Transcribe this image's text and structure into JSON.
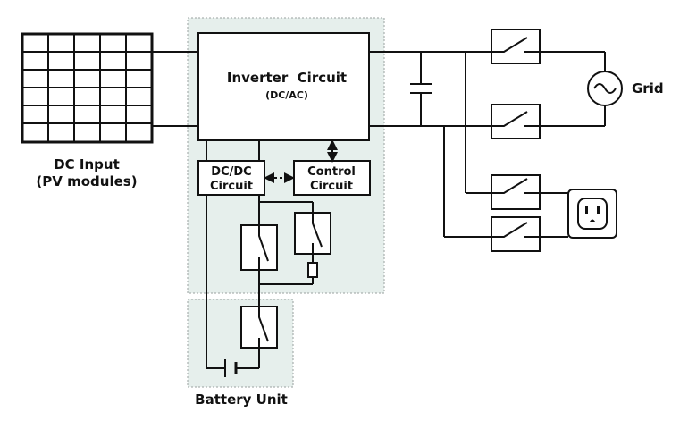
{
  "inverter": {
    "title": "Inverter  Circuit",
    "subtitle": "(DC/AC)"
  },
  "dc_input": {
    "line1": "DC Input",
    "line2": "(PV modules)"
  },
  "dcdc": {
    "line1": "DC/DC",
    "line2": "Circuit"
  },
  "control": {
    "line1": "Control",
    "line2": "Circuit"
  },
  "grid": {
    "label": "Grid"
  },
  "battery": {
    "label": "Battery Unit"
  },
  "colors": {
    "panel_fill": "#e6efec",
    "panel_border": "#9aa29f",
    "line": "#111111"
  }
}
